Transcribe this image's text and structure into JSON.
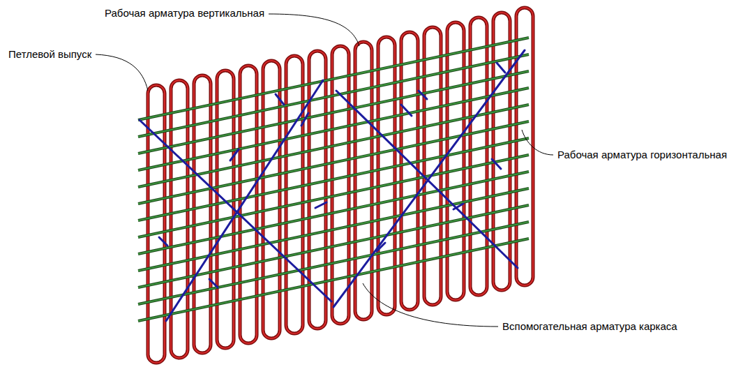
{
  "diagram": {
    "labels": [
      "Рабочая арматура вертикальная",
      "Петлевой выпуск",
      "Рабочая арматура горизонтальная",
      "Вспомогательная арматура каркаса"
    ]
  }
}
